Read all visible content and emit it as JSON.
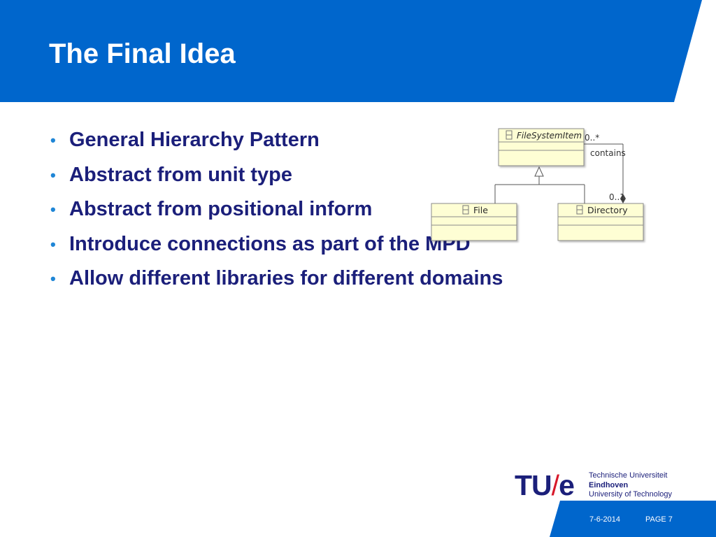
{
  "slide": {
    "title": "The Final Idea",
    "bullets": [
      "General Hierarchy Pattern",
      "Abstract from unit type",
      "Abstract from positional inform",
      "Introduce connections as part of the MPD",
      "Allow different libraries for different domains"
    ]
  },
  "uml": {
    "classes": {
      "parent": "FileSystemItem",
      "child_left": "File",
      "child_right": "Directory"
    },
    "association": {
      "label": "contains",
      "multiplicity_target": "0..*",
      "multiplicity_source": "0..1"
    }
  },
  "logo": {
    "mark_left": "TU",
    "mark_slash": "/",
    "mark_right": "e",
    "line1": "Technische Universiteit",
    "line2": "Eindhoven",
    "line3": "University of Technology"
  },
  "footer": {
    "date": "7-6-2014",
    "page": "PAGE 7"
  },
  "colors": {
    "header_blue": "#0066cc",
    "text_navy": "#1b1f7a",
    "bullet_blue": "#1f86d6",
    "uml_fill": "#fefed4",
    "logo_red": "#d7182a"
  }
}
